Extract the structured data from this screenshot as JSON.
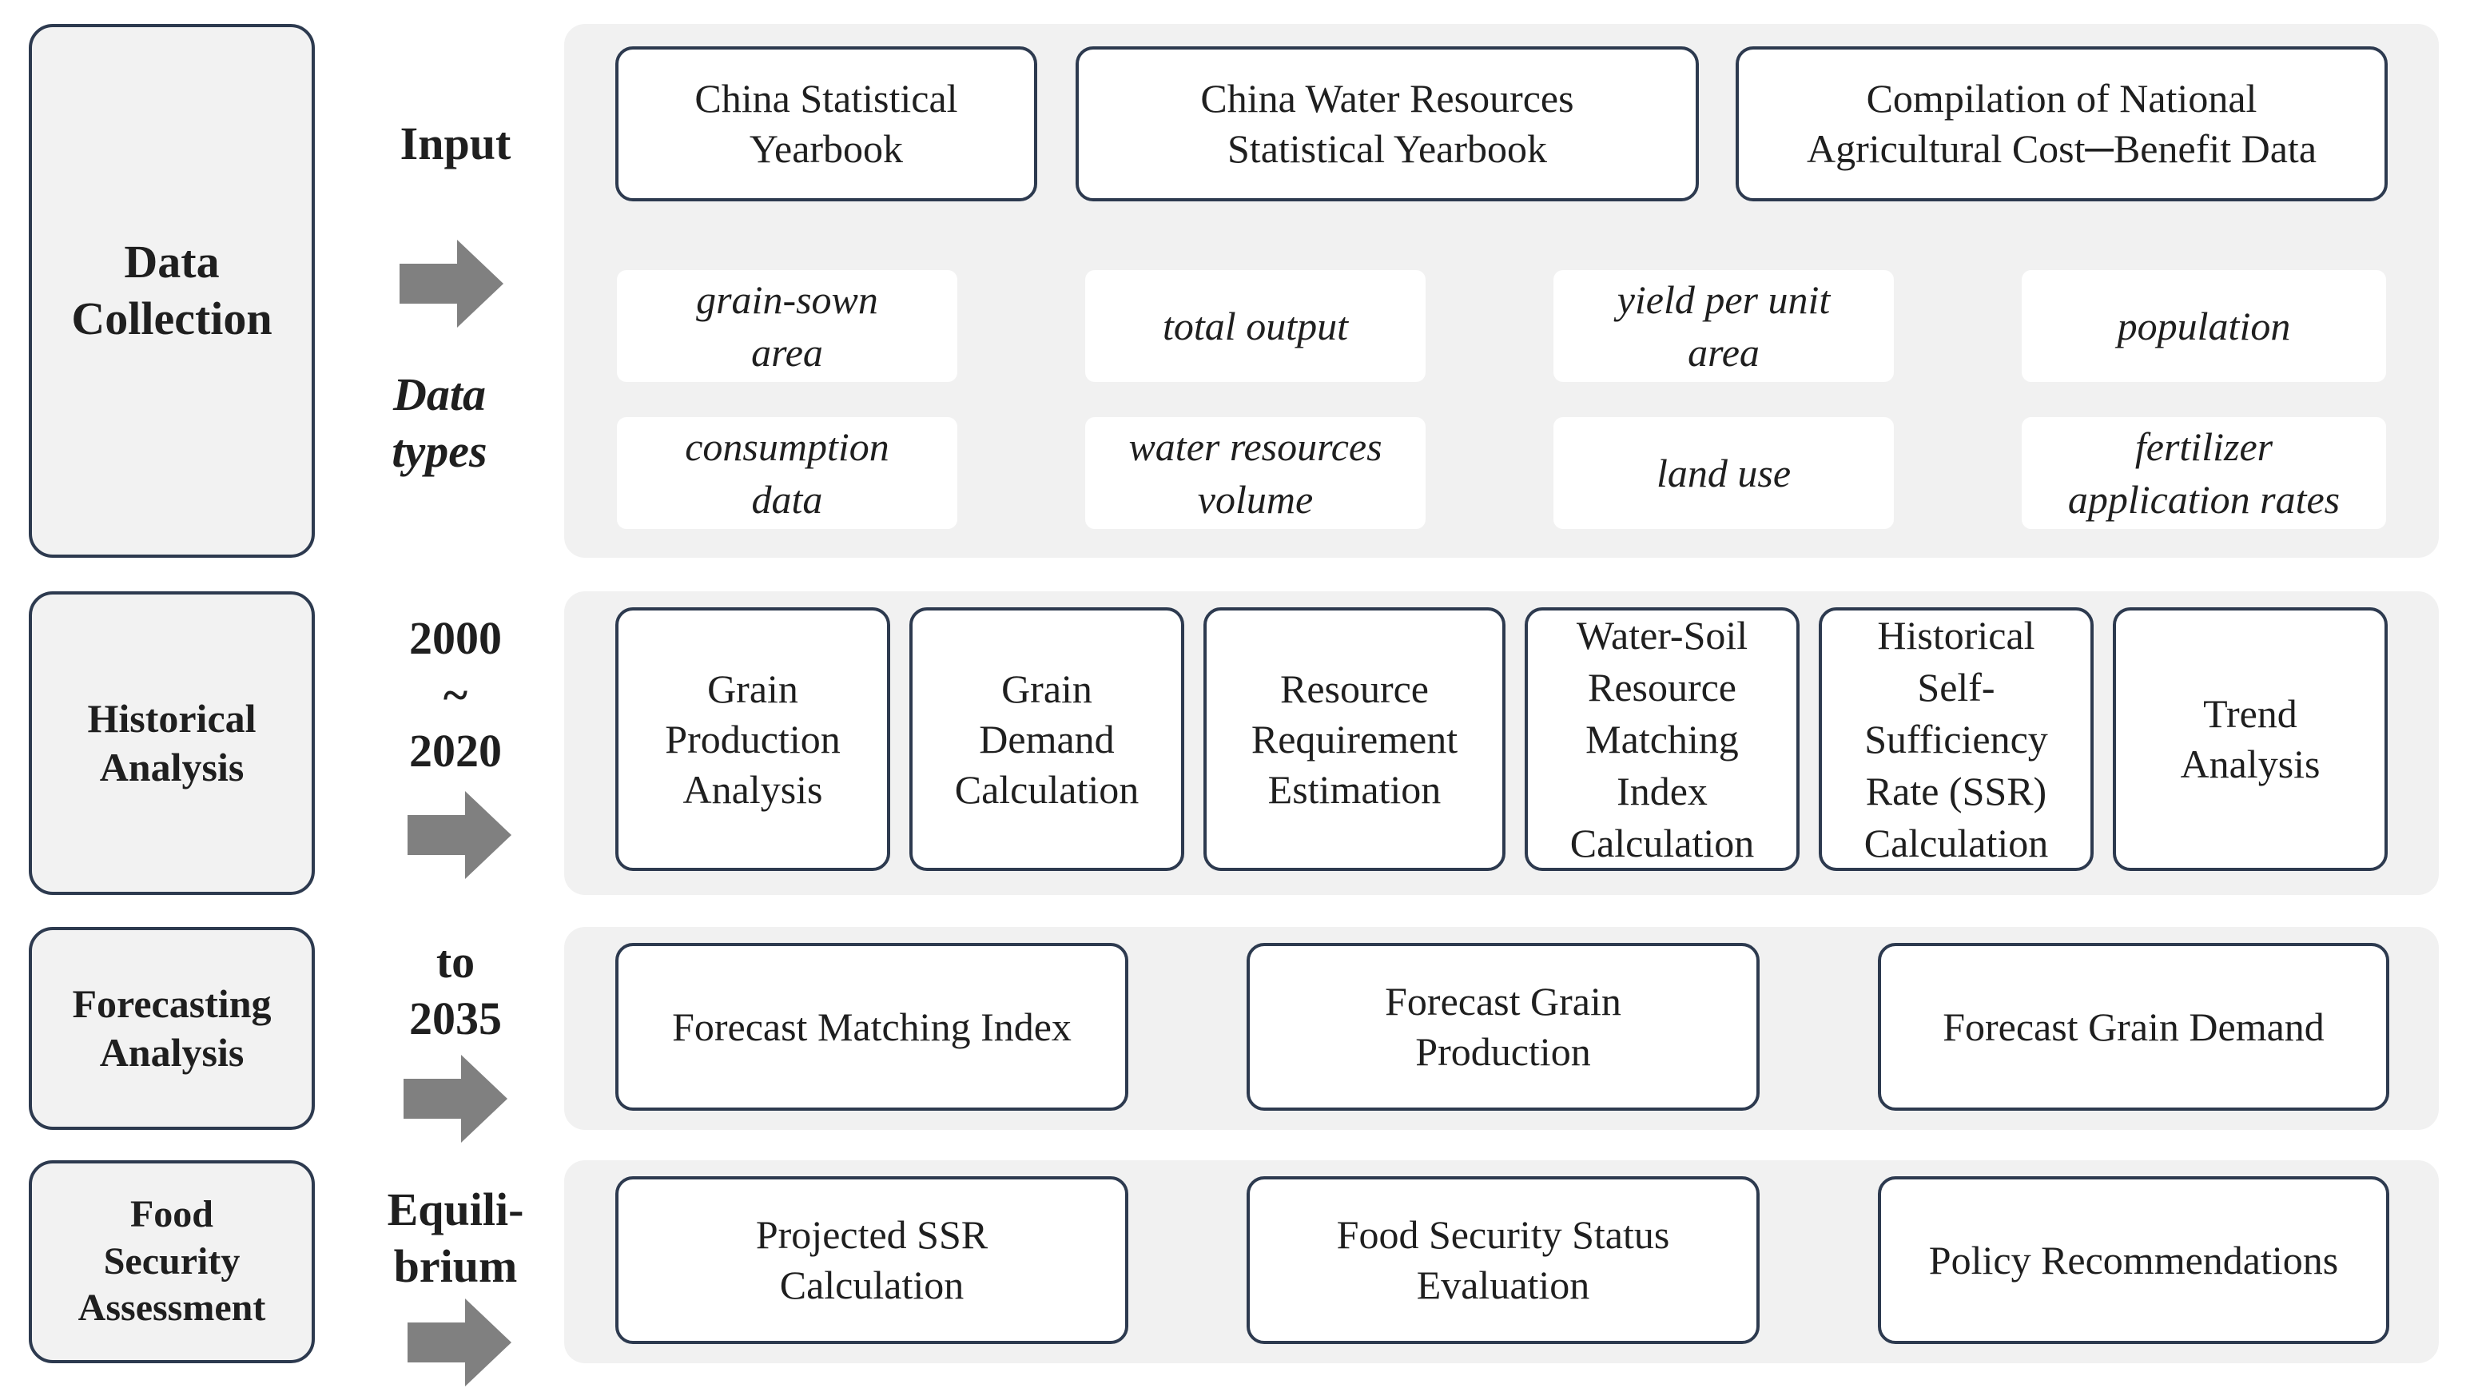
{
  "stages": {
    "data_collection": "Data\nCollection",
    "historical": "Historical\nAnalysis",
    "forecasting": "Forecasting\nAnalysis",
    "food_security": "Food\nSecurity\nAssessment"
  },
  "middle": {
    "input": "Input",
    "data_types": "Data\ntypes",
    "period": "2000\n~\n2020",
    "to_year": "to\n2035",
    "equilibrium": "Equili-\nbrium"
  },
  "sources": [
    "China Statistical\nYearbook",
    "China Water Resources\nStatistical Yearbook",
    "Compilation of National\nAgricultural Cost─Benefit Data"
  ],
  "data_types": [
    "grain-sown\narea",
    "total output",
    "yield per unit\narea",
    "population",
    "consumption\ndata",
    "water resources\nvolume",
    "land use",
    "fertilizer\napplication rates"
  ],
  "historical_steps": [
    "Grain\nProduction\nAnalysis",
    "Grain\nDemand\nCalculation",
    "Resource\nRequirement\nEstimation",
    "Water-Soil\nResource\nMatching\nIndex\nCalculation",
    "Historical\nSelf-\nSufficiency\nRate (SSR)\nCalculation",
    "Trend\nAnalysis"
  ],
  "forecast_steps": [
    "Forecast Matching Index",
    "Forecast Grain\nProduction",
    "Forecast Grain Demand"
  ],
  "assessment_steps": [
    "Projected SSR\nCalculation",
    "Food Security Status\nEvaluation",
    "Policy Recommendations"
  ],
  "colors": {
    "border": "#2d3a4f",
    "panel": "#f1f1f1",
    "arrow": "#808080"
  }
}
